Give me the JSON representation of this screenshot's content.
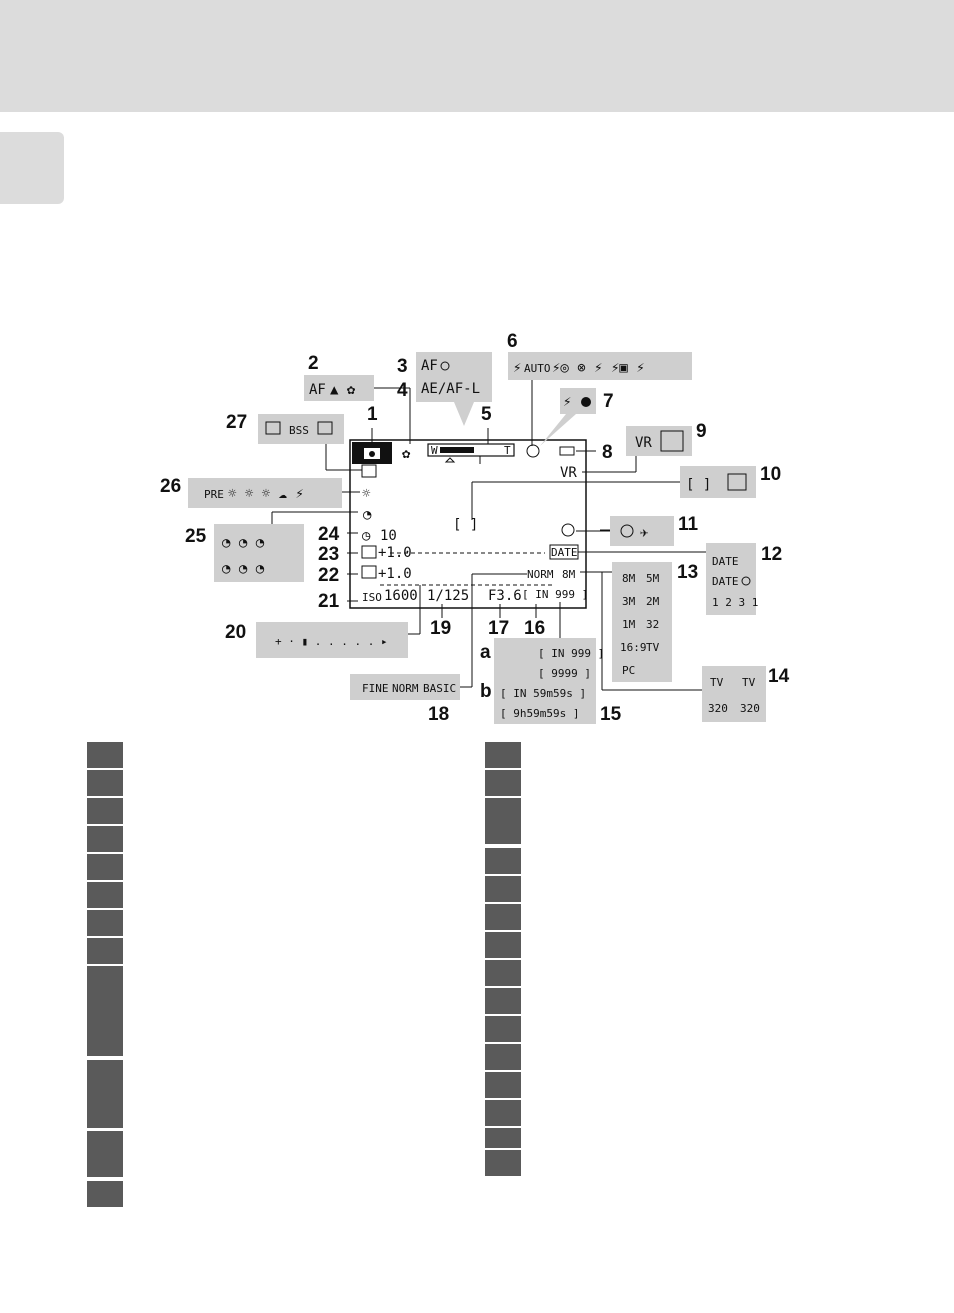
{
  "callouts": {
    "n1": "1",
    "n2": "2",
    "n3": "3",
    "n4": "4",
    "n5": "5",
    "n6": "6",
    "n7": "7",
    "n8": "8",
    "n9": "9",
    "n10": "10",
    "n11": "11",
    "n12": "12",
    "n13": "13",
    "n14": "14",
    "n15": "15",
    "n16": "16",
    "n17": "17",
    "n18": "18",
    "n19": "19",
    "n20": "20",
    "n21": "21",
    "n22": "22",
    "n23": "23",
    "n24": "24",
    "n25": "25",
    "n26": "26",
    "n27": "27",
    "na": "a",
    "nb": "b"
  },
  "boxes": {
    "af_mode": "AF",
    "af_lock_top": "AF",
    "af_lock_bottom": "AE/AF-L",
    "flash_auto": "AUTO",
    "best_shot": "BSS",
    "bss_pre": "PRE",
    "date_1": "DATE",
    "date_2": "DATE",
    "counter_1": "1 2 3 1",
    "quality_fine": "FINE",
    "quality_norm": "NORM",
    "quality_basic": "BASIC",
    "remaining_a": "[ IN 999 ]",
    "remaining_a2": "[ 9999 ]",
    "remaining_b": "[ IN 59m59s ]",
    "remaining_b2": "[ 9h59m59s ]",
    "movie_tv": "TV",
    "movie_320": "320",
    "vr": "VR",
    "sizes": [
      "8M",
      "5M",
      "3M",
      "2M",
      "1M",
      "32",
      "16:9",
      "TV",
      "PC"
    ]
  },
  "screen": {
    "shutter": "1/125",
    "aperture": "F3.6",
    "exposures": "[ IN 999 ]",
    "iso_label": "ISO",
    "iso_value": "1600",
    "exp_comp": "+1.0",
    "flash_comp": "+1.0",
    "self_timer": "10",
    "date_stamp": "DATE",
    "quality": "NORM",
    "size": "8M",
    "vr": "VR",
    "zoom_w": "W",
    "zoom_t": "T"
  }
}
